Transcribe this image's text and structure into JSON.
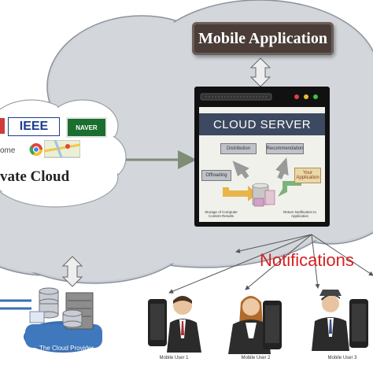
{
  "mobile_app": {
    "label": "Mobile Application"
  },
  "cloud_server": {
    "title": "CLOUD SERVER",
    "modules": {
      "distribution": "Distribution",
      "recommendation": "Recommendation",
      "offloading": "Offloading",
      "your_application": "Your Application"
    },
    "captions": {
      "storage": "Storage of Computer Content Results",
      "notifications": "Return Notification to Application"
    }
  },
  "private_cloud": {
    "label": "Private Cloud",
    "visible_label": "vate Cloud",
    "logos": {
      "ieee": "IEEE",
      "naver": "NAVER"
    },
    "browser_text": "ome"
  },
  "notifications": {
    "label": "Notifications"
  },
  "cloud_provider": {
    "label": "The Cloud Provider"
  },
  "users": [
    {
      "label": "Mobile User 1"
    },
    {
      "label": "Mobile User 2"
    },
    {
      "label": "Mobile User 3"
    }
  ],
  "colors": {
    "cloud_fill": "#cdd1d7",
    "cloud_outline": "#8c939c",
    "mobile_app_bg": "#4a3c37",
    "server_title_bg": "#3c4960",
    "notifications_text": "#d62020",
    "arrow_green": "#7d8d76"
  }
}
